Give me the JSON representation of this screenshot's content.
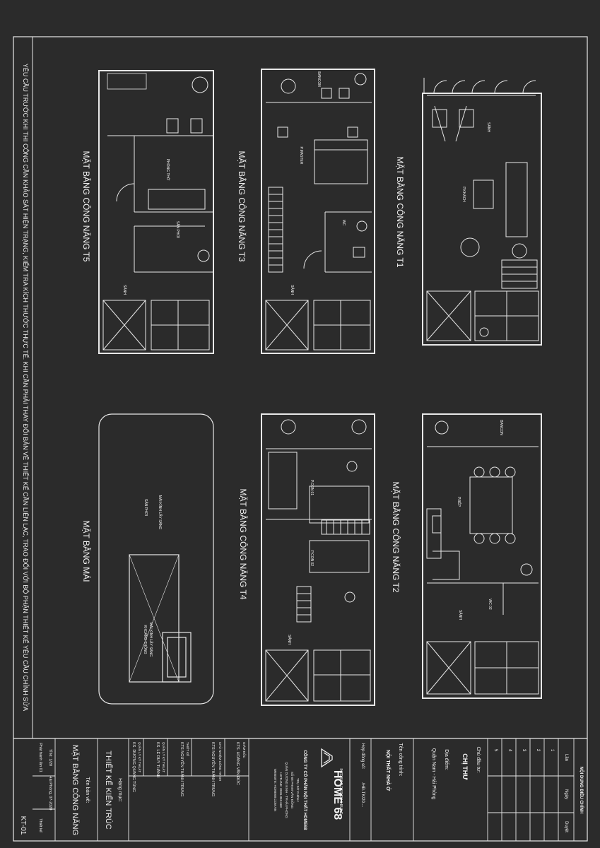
{
  "note": "YÊU CẦU TRƯỚC KHI THI CÔNG CẦN KHẢO SÁT HIỆN TRẠNG, KIỂM TRA KÍCH THƯỚC THỰC TẾ. KHI CẦN PHẢI THAY ĐỔI BẢN VẼ THIẾT KẾ CẦN LIÊN LẠC, TRAO ĐỔI VỚI BỘ PHẬN THIẾT KẾ YÊU CẦU CHỈNH SỬA",
  "plans": {
    "t5": "MẶT BẰNG CÔNG NĂNG T5",
    "t3": "MẶT BẰNG CÔNG NĂNG T3",
    "t1": "MẶT BẰNG CÔNG NĂNG T1",
    "mai": "MẶT BẰNG MÁI",
    "t4": "MẶT BẰNG CÔNG NĂNG T4",
    "t2": "MẶT BẰNG CÔNG NĂNG T2"
  },
  "rooms": {
    "sanh": "SẢNH",
    "phong_tho": "PHÒNG THỜ",
    "san_phoi": "SÂN PHƠI",
    "p_master": "P.MASTER",
    "wc": "WC",
    "bancon": "BANCON",
    "p_khach": "P.KHÁCH",
    "p_bep": "P.BẾP",
    "wc_02": "WC 02",
    "p_con_01": "P.CON 01",
    "p_con_02": "P.CON 02",
    "mai_kinh_san": "MÁI KÍNH LẤY SÁNG",
    "san_phoi_mai": "SÂN PHƠI",
    "mai_kinh_thong": "MÁI KÍNH LẤY SÁNG",
    "khong_trung": "KHOẢNG THÔNG"
  },
  "title_block": {
    "revisions_title": "NỘI DUNG ĐIỀU CHỈNH",
    "rev_headers": [
      "Lần",
      "Ngày",
      "Duyệt"
    ],
    "rev_numbers": [
      "1",
      "2",
      "3",
      "4",
      "5"
    ],
    "owner_label": "Chủ đầu tư:",
    "owner": "CHỊ THƯ",
    "location_label": "Địa điểm:",
    "location": "Quận Nam - Hải Phòng",
    "project_label": "Tên công trình:",
    "project": "NỘI THẤT NHÀ Ở",
    "contract_label": "Hợp đồng số:",
    "contract": "/HĐ-TK/20....",
    "company_brand": "HOME 68",
    "company_tagline": "INTERIOR DESIGN & BUILD",
    "company_name": "CÔNG TY CỔ PHẦN NỘI THẤT HOME68",
    "company_lines": [
      "TRỤ SỞ CHÍNH:",
      "SỐ 68 PHẠM VĂN ĐỒNG",
      "QUẬN DƯƠNG KINH - TP.HẢI PHÒNG",
      "HOTLINE: 0936.052.668",
      "WEBSITE: HOME68.COM.VN"
    ],
    "staff": [
      {
        "role": "GIÁM ĐỐC",
        "name": "KTS. HOÀNG VĂN ĐỨC"
      },
      {
        "role": "CHỦ NHIỆM CÔNG TRÌNH",
        "name": "KTS NGUYỄN THÀNH TRUNG"
      },
      {
        "role": "THIẾT KẾ",
        "name": "KTS NGUYỄN THÀNH TRUNG"
      },
      {
        "role": "QUẢN LÝ KỸ THUẬT",
        "name": "KS. LÊ DUY THÀNH"
      },
      {
        "role": "QUẢN LÝ KỸ THUẬT",
        "name": "KS. DƯƠNG QUANG TÙNG"
      }
    ],
    "category_label": "Hạng mục:",
    "category": "THIẾT KẾ KIẾN TRÚC",
    "drawing_label": "Tên bản vẽ:",
    "drawing": "MẶT BẰNG CÔNG NĂNG",
    "scale": "Tỉ lệ: 1/20",
    "date": "Hải Phòng, 07-2020",
    "issue": "Phát hành lần 01",
    "designer": "Thiết kế",
    "sheet": "KT-01"
  }
}
